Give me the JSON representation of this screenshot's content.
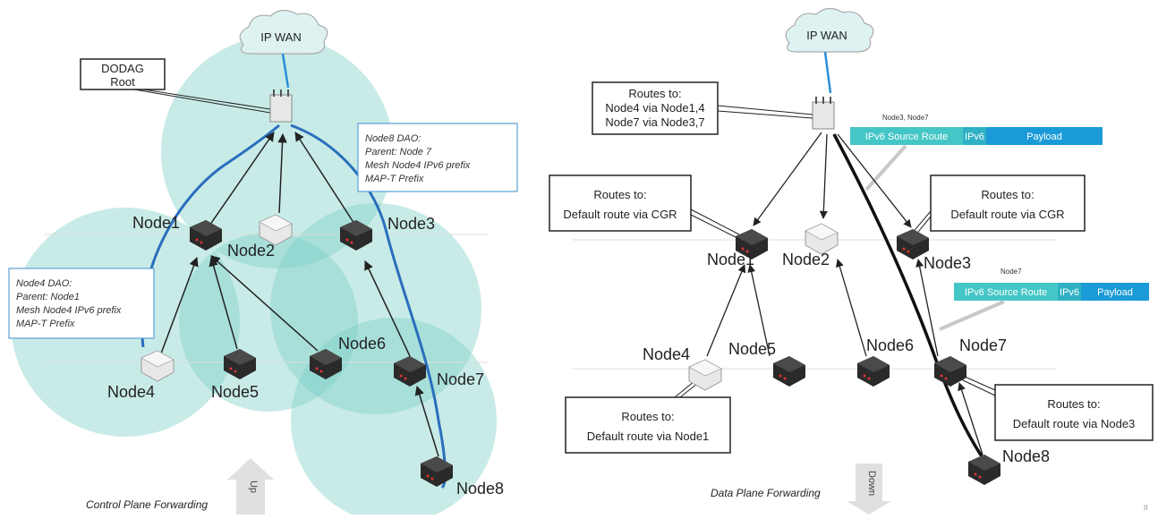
{
  "left": {
    "wan_label": "IP WAN",
    "root_label_line1": "DODAG",
    "root_label_line2": "Root",
    "node1": "Node1",
    "node2": "Node2",
    "node3": "Node3",
    "node4": "Node4",
    "node5": "Node5",
    "node6": "Node6",
    "node7": "Node7",
    "node8": "Node8",
    "dao8": [
      "Node8 DAO:",
      "Parent: Node 7",
      "Mesh Node4 IPv6 prefix",
      "MAP-T Prefix"
    ],
    "dao4": [
      "Node4 DAO:",
      "Parent: Node1",
      "Mesh Node4 IPv6 prefix",
      "MAP-T Prefix"
    ],
    "caption": "Control Plane Forwarding",
    "arrow_label": "Up"
  },
  "right": {
    "wan_label": "IP WAN",
    "root_routes": [
      "Routes to:",
      "Node4 via Node1,4",
      "Node7 via Node3,7"
    ],
    "node1_routes": [
      "Routes to:",
      "Default route via CGR"
    ],
    "node3_routes": [
      "Routes to:",
      "Default route via CGR"
    ],
    "node4_routes": [
      "Routes to:",
      "Default route via Node1"
    ],
    "node7_routes": [
      "Routes to:",
      "Default route via Node3"
    ],
    "node1": "Node1",
    "node2": "Node2",
    "node3": "Node3",
    "node4": "Node4",
    "node5": "Node5",
    "node6": "Node6",
    "node7": "Node7",
    "node8": "Node8",
    "header1_title": "Node3, Node7",
    "header2_title": "Node7",
    "hdr_src": "IPv6 Source Route",
    "hdr_ipv6": "IPv6",
    "hdr_payload": "Payload",
    "caption": "Data Plane Forwarding",
    "arrow_label": "Down",
    "corner_mark": "II"
  },
  "colors": {
    "cloud_fill": "#d4efef",
    "mesh_fill": "#7ccfc6",
    "route_blue": "#2a6ebd",
    "header_teal": "#45c6c6",
    "header_blue": "#1a9ad6"
  }
}
